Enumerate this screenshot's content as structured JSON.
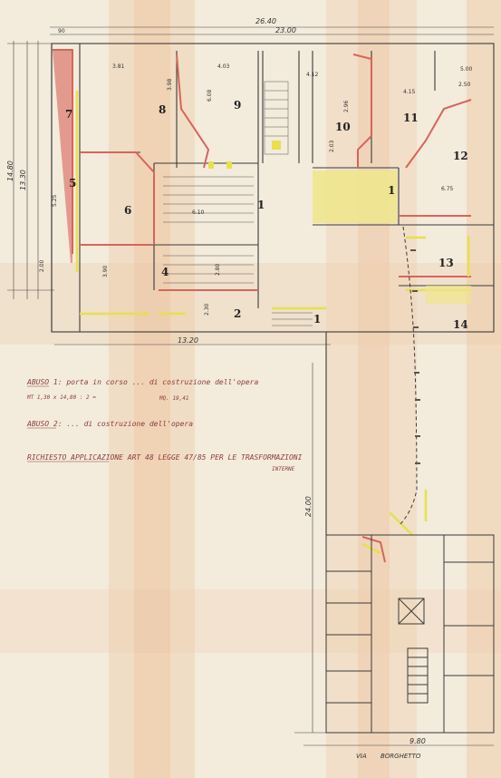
{
  "colors": {
    "paper": "#f3ebdc",
    "ink": "#3a3a3a",
    "orange_fold": "#e9a66e",
    "red_wall": "#d9645a",
    "yellow_wall": "#e8e04c",
    "yellow_fill": "#efe68a",
    "note_ink": "#8a3d3d"
  },
  "rooms": {
    "r1": "1",
    "r1b": "1",
    "r1c": "1",
    "r2": "2",
    "r4": "4",
    "r5": "5",
    "r6": "6",
    "r7": "7",
    "r8": "8",
    "r9": "9",
    "r10": "10",
    "r11": "11",
    "r12": "12",
    "r13": "13",
    "r14": "14"
  },
  "dimensions": {
    "top_overall": "26.40",
    "top_inner": "23.00",
    "top_left": "90",
    "left_overall": "14.80",
    "left_inner": "13.30",
    "bottom_width": "13.20",
    "lower_right": "9.80",
    "vertical_long": "24.00",
    "d_381": "3.81",
    "d_403": "4.03",
    "d_608": "6.08",
    "d_412": "4.12",
    "d_415": "4.15",
    "d_500": "5.00",
    "d_250": "2.50",
    "d_610": "6.10",
    "d_230": "2.30",
    "d_525": "5.25",
    "d_390": "3.90",
    "d_675": "6.75",
    "d_398": "3.98",
    "d_203": "2.03",
    "d_280": "2.80",
    "d_296": "2.96",
    "d_200": "2.00"
  },
  "notes": {
    "abuso1": "ABUSO 1: porta in corso ... di costruzione dell'opera",
    "calc": "MT 1,30 x 14,80 : 2 =",
    "calc_result": "MQ. 19,41",
    "abuso2": "ABUSO 2: ... di costruzione dell'opera",
    "richiesto": "RICHIESTO APPLICAZIONE ART 48 LEGGE 47/85 PER LE TRASFORMAZIONI",
    "richiesto2": "INTERNE"
  },
  "street": {
    "label": "VIA",
    "name": "BORGHETTO"
  }
}
